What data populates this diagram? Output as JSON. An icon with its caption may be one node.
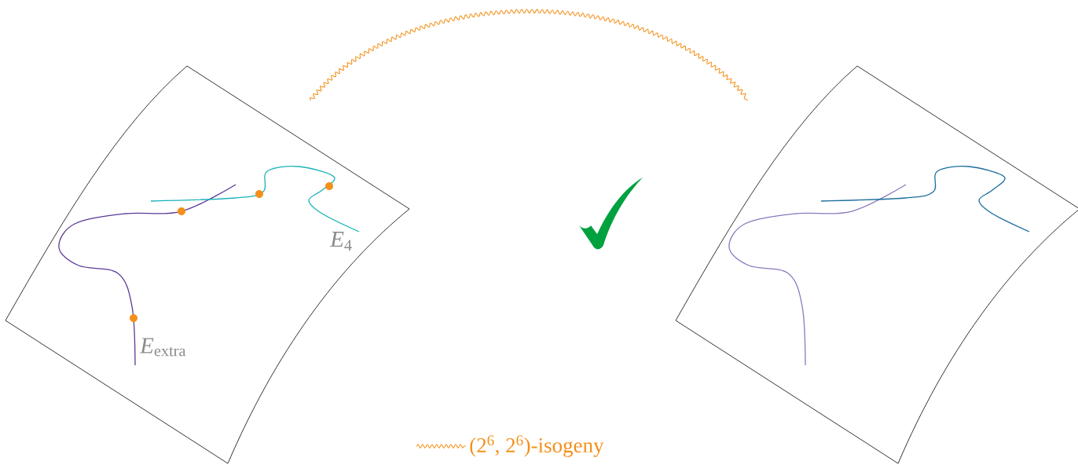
{
  "diagram": {
    "nodes": [
      {
        "text": [],
        "shape": "patch"
      },
      {
        "text": [],
        "shape": "patch"
      }
    ],
    "edges": [
      {
        "from": 0,
        "to": 1,
        "arrow": "none"
      }
    ],
    "labels": [
      "*E*$_{extra}$",
      "*E*$_{4}$"
    ],
    "legend": [
      {
        "text": "(2$^{6}$, 2$^{6}$)-isogeny"
      }
    ]
  }
}
